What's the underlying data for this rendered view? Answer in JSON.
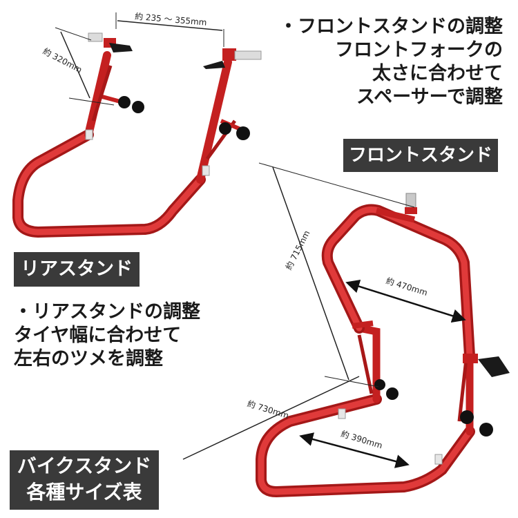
{
  "front_stand_label": "フロントスタンド",
  "rear_stand_label": "リアスタンド",
  "size_table_label": [
    "バイクスタンド",
    "各種サイズ表"
  ],
  "front_description": [
    "・フロントスタンドの調整",
    "フロントフォークの",
    "太さに合わせて",
    "スペーサーで調整"
  ],
  "rear_description": [
    "・リアスタンドの調整",
    "タイヤ幅に合わせて",
    "左右のツメを調整"
  ],
  "dimensions": {
    "rear_width": "約 235 ～ 355mm",
    "rear_height": "約 320mm",
    "front_height": "約 715mm",
    "front_width_top": "約 470mm",
    "front_depth": "約 730mm",
    "front_width_bottom": "約 390mm"
  },
  "colors": {
    "stand_red": "#d42a2a",
    "label_bg": "#3a3a3a"
  }
}
